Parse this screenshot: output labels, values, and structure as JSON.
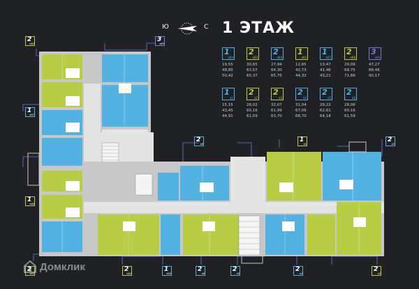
{
  "title": "1 ЭТАЖ",
  "compass": {
    "west": "Ю",
    "east": "С"
  },
  "colors": {
    "green": "#b8cc45",
    "blue": "#54b2e3",
    "purple": "#7f78d6",
    "bg": "#1f2125",
    "wall": "#c8c8c8",
    "corridor": "#e4e4e4"
  },
  "legend": [
    {
      "rooms": "1",
      "code": "а64",
      "color": "blue",
      "values": [
        "19,55",
        "48,85",
        "50,42"
      ]
    },
    {
      "rooms": "2",
      "code": "а64",
      "color": "green",
      "values": [
        "30,65",
        "63,57",
        "65,37"
      ]
    },
    {
      "rooms": "2",
      "code": "а64",
      "color": "blue",
      "values": [
        "27,94",
        "64,30",
        "65,75"
      ]
    },
    {
      "rooms": "1",
      "code": "а64",
      "color": "green",
      "values": [
        "12,65",
        "42,73",
        "44,32"
      ]
    },
    {
      "rooms": "1",
      "code": "а67",
      "color": "blue",
      "values": [
        "13,47",
        "41,46",
        "43,21"
      ]
    },
    {
      "rooms": "2",
      "code": "а68",
      "color": "green",
      "values": [
        "29,09",
        "69,75",
        "71,66"
      ]
    },
    {
      "rooms": "3",
      "code": "а69",
      "color": "purple",
      "values": [
        "47,27",
        "88,46",
        "90,17"
      ]
    },
    {
      "rooms": "1",
      "code": "а1",
      "color": "blue",
      "values": [
        "15,15",
        "43,45",
        "44,91"
      ]
    },
    {
      "rooms": "2",
      "code": "а2",
      "color": "green",
      "values": [
        "26,02",
        "60,16",
        "61,59"
      ]
    },
    {
      "rooms": "2",
      "code": "а3",
      "color": "green",
      "values": [
        "32,07",
        "61,99",
        "63,70"
      ]
    },
    {
      "rooms": "2",
      "code": "а4",
      "color": "blue",
      "values": [
        "31,04",
        "67,06",
        "68,70"
      ]
    },
    {
      "rooms": "2",
      "code": "а5",
      "color": "blue",
      "values": [
        "29,22",
        "62,61",
        "64,18"
      ]
    },
    {
      "rooms": "2",
      "code": "а6",
      "color": "blue",
      "values": [
        "28,06",
        "60,16",
        "61,59"
      ]
    }
  ],
  "apartment_tags": [
    {
      "rooms": "2",
      "code": "а65",
      "color": "green",
      "name": "tag-a65-top"
    },
    {
      "rooms": "3",
      "code": "а69",
      "color": "purple",
      "name": "tag-a69"
    },
    {
      "rooms": "1",
      "code": "а67",
      "color": "blue",
      "name": "tag-a67"
    },
    {
      "rooms": "1",
      "code": "а66",
      "color": "green",
      "name": "tag-a66"
    },
    {
      "rooms": "2",
      "code": "а65",
      "color": "green",
      "name": "tag-a65-bottom"
    },
    {
      "rooms": "2",
      "code": "а64",
      "color": "green",
      "name": "tag-a64"
    },
    {
      "rooms": "1",
      "code": "а63",
      "color": "blue",
      "name": "tag-a63"
    },
    {
      "rooms": "2",
      "code": "а6",
      "color": "blue",
      "name": "tag-a6-bottom"
    },
    {
      "rooms": "2",
      "code": "а6",
      "color": "blue",
      "name": "tag-a6-mid"
    },
    {
      "rooms": "2",
      "code": "а5",
      "color": "blue",
      "name": "tag-a5"
    },
    {
      "rooms": "2",
      "code": "а4",
      "color": "blue",
      "name": "tag-a4"
    },
    {
      "rooms": "2",
      "code": "а3",
      "color": "green",
      "name": "tag-a3"
    },
    {
      "rooms": "1",
      "code": "а1",
      "color": "green",
      "name": "tag-a1"
    },
    {
      "rooms": "2",
      "code": "а2",
      "color": "blue",
      "name": "tag-a2"
    }
  ],
  "watermark": "Домклик"
}
